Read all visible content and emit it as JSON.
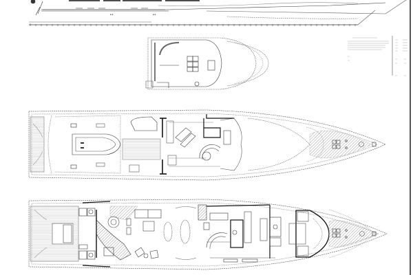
{
  "drawing": {
    "type": "yacht general arrangement plan",
    "views": [
      {
        "id": "profile",
        "label": "profile-view"
      },
      {
        "id": "sun_deck",
        "label": "sun-deck-plan"
      },
      {
        "id": "bridge_deck",
        "label": "bridge-deck-plan"
      },
      {
        "id": "main_deck",
        "label": "main-deck-plan"
      }
    ],
    "colors": {
      "line": "#333333",
      "wall": "#111111",
      "hatch": "#9a9a9a",
      "background": "#ffffff"
    }
  }
}
